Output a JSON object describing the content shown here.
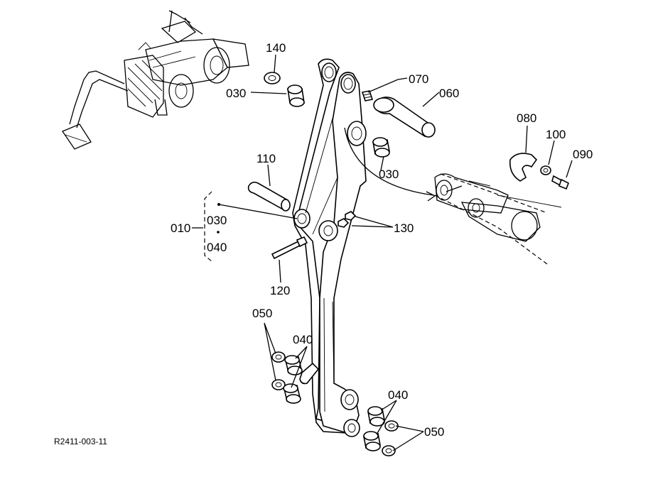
{
  "labels": {
    "p010": "010",
    "p030_a": "030",
    "p030_b": "030",
    "p030_c": "030",
    "p040_a": "040",
    "p040_b": "040",
    "p040_c": "040",
    "p050_a": "050",
    "p050_b": "050",
    "p060": "060",
    "p070": "070",
    "p080": "080",
    "p090": "090",
    "p100": "100",
    "p110": "110",
    "p120": "120",
    "p130": "130",
    "p140": "140"
  },
  "reference_code": "R2411-003-11"
}
